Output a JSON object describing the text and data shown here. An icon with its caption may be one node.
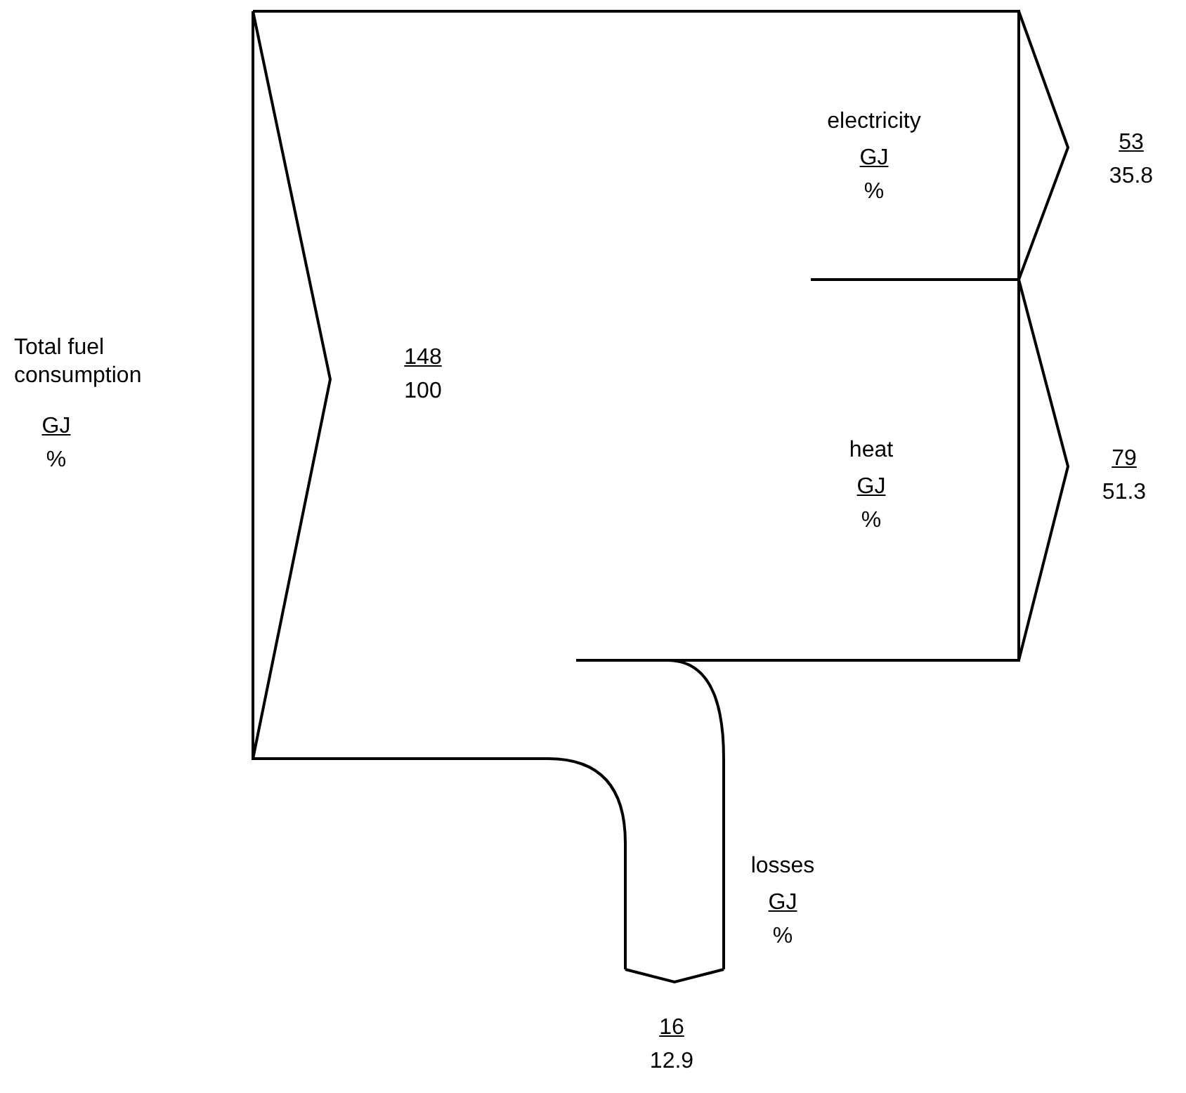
{
  "diagram": {
    "labels": [
      "Total fuel consumption",
      "GJ",
      "%",
      "148",
      "100",
      "electricity",
      "GJ",
      "%",
      "53",
      "35.8",
      "heat",
      "GJ",
      "%",
      "79",
      "51.3",
      "losses",
      "GJ",
      "%",
      "16",
      "12.9"
    ]
  }
}
